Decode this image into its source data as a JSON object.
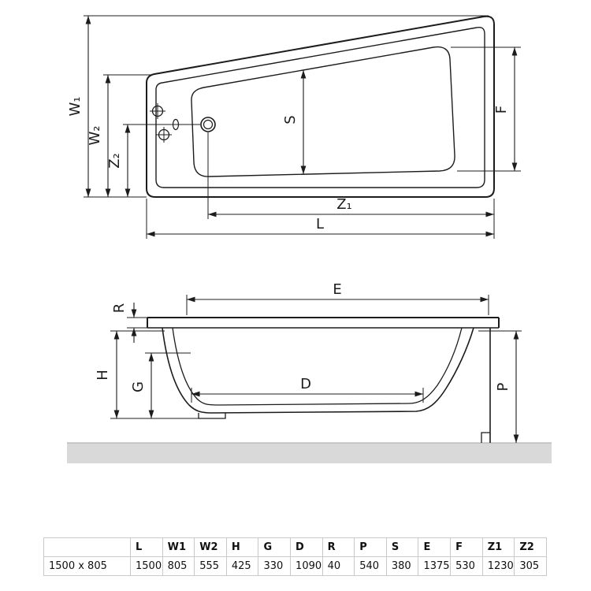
{
  "colors": {
    "line": "#1c1c1c",
    "floor": "#d9d9d9",
    "table_border": "#c9c9c9"
  },
  "top_view": {
    "dim_labels": {
      "w1": "W₁",
      "w2": "W₂",
      "z2": "Z₂",
      "s": "S",
      "f": "F",
      "z1": "Z₁",
      "l": "L"
    }
  },
  "side_view": {
    "dim_labels": {
      "r": "R",
      "e": "E",
      "h": "H",
      "g": "G",
      "d": "D",
      "p": "P"
    }
  },
  "table": {
    "headers": [
      "",
      "L",
      "W1",
      "W2",
      "H",
      "G",
      "D",
      "R",
      "P",
      "S",
      "E",
      "F",
      "Z1",
      "Z2"
    ],
    "rows": [
      [
        "1500 x 805",
        "1500",
        "805",
        "555",
        "425",
        "330",
        "1090",
        "40",
        "540",
        "380",
        "1375",
        "530",
        "1230",
        "305"
      ]
    ]
  }
}
